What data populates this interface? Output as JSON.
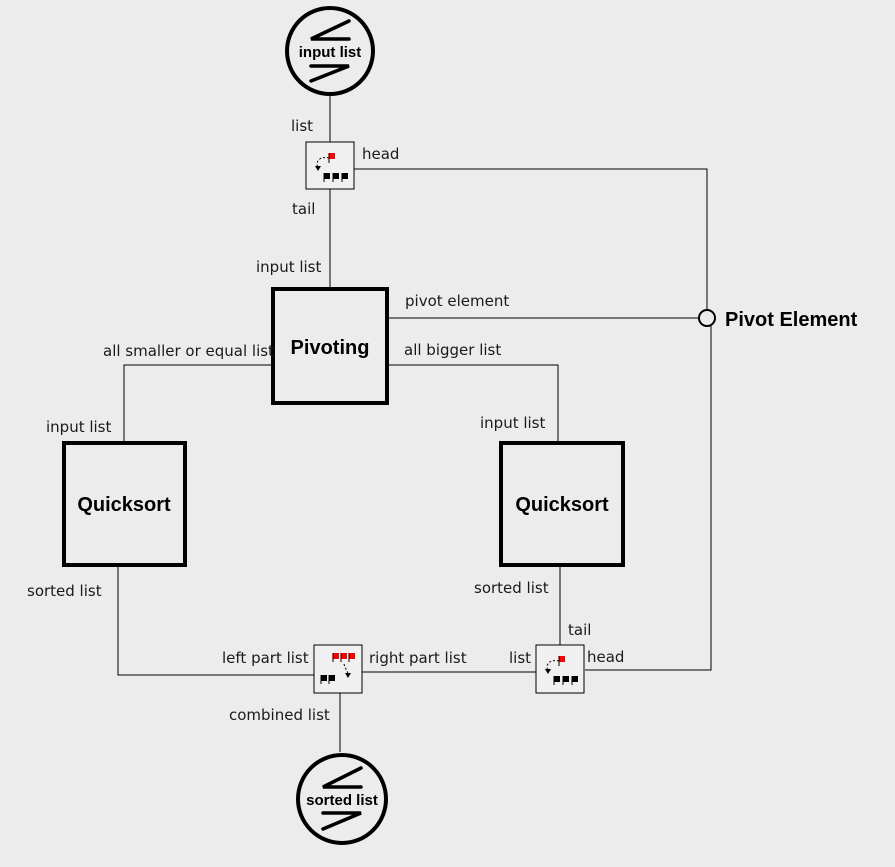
{
  "nodes": {
    "input_terminal": {
      "label": "input list"
    },
    "output_terminal": {
      "label": "sorted list"
    },
    "pivoting": {
      "label": "Pivoting"
    },
    "quicksort_left": {
      "label": "Quicksort"
    },
    "quicksort_right": {
      "label": "Quicksort"
    },
    "pivot_element": {
      "label": "Pivot Element"
    }
  },
  "ports": {
    "split_top_in": "list",
    "split_top_head": "head",
    "split_top_tail": "tail",
    "pivoting_in": "input list",
    "pivoting_pivot": "pivot element",
    "pivoting_smaller": "all smaller or equal list",
    "pivoting_bigger": "all bigger list",
    "qs_left_in": "input list",
    "qs_left_out": "sorted list",
    "qs_right_in": "input list",
    "qs_right_out": "sorted list",
    "concat_left": "left part list",
    "concat_right": "right part list",
    "concat_out": "combined list",
    "split_bottom_tail": "tail",
    "split_bottom_in": "list",
    "split_bottom_head": "head"
  },
  "colors": {
    "background": "#ececec",
    "line": "#000000",
    "accent": "#ff0000"
  },
  "icons": {
    "terminal": "bidirectional-arrows-icon",
    "split": "list-head-tail-icon",
    "concat": "list-concat-icon"
  }
}
